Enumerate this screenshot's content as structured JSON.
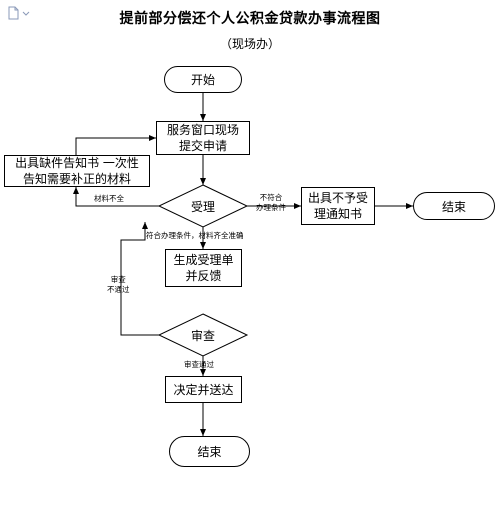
{
  "title": "提前部分偿还个人公积金贷款办事流程图",
  "subtitle": "（现场办）",
  "nodes": {
    "start": "开始",
    "submit": [
      "服务窗口现场",
      "提交申请"
    ],
    "notify_missing": [
      "出具缺件告知书 一次性",
      "告知需要补正的材料"
    ],
    "accept": "受理",
    "reject_notice": [
      "出具不予受",
      "理通知书"
    ],
    "end_right": "结束",
    "generate_receipt": [
      "生成受理单",
      "并反馈"
    ],
    "review": "审查",
    "decide": "决定并送达",
    "end_bottom": "结束"
  },
  "edges": {
    "materials_incomplete": "材料不全",
    "not_eligible": [
      "不符合",
      "办理条件"
    ],
    "eligible_complete": "符合办理条件，材料齐全准确",
    "review_failed": [
      "审查",
      "不通过"
    ],
    "review_passed": "审查通过"
  }
}
